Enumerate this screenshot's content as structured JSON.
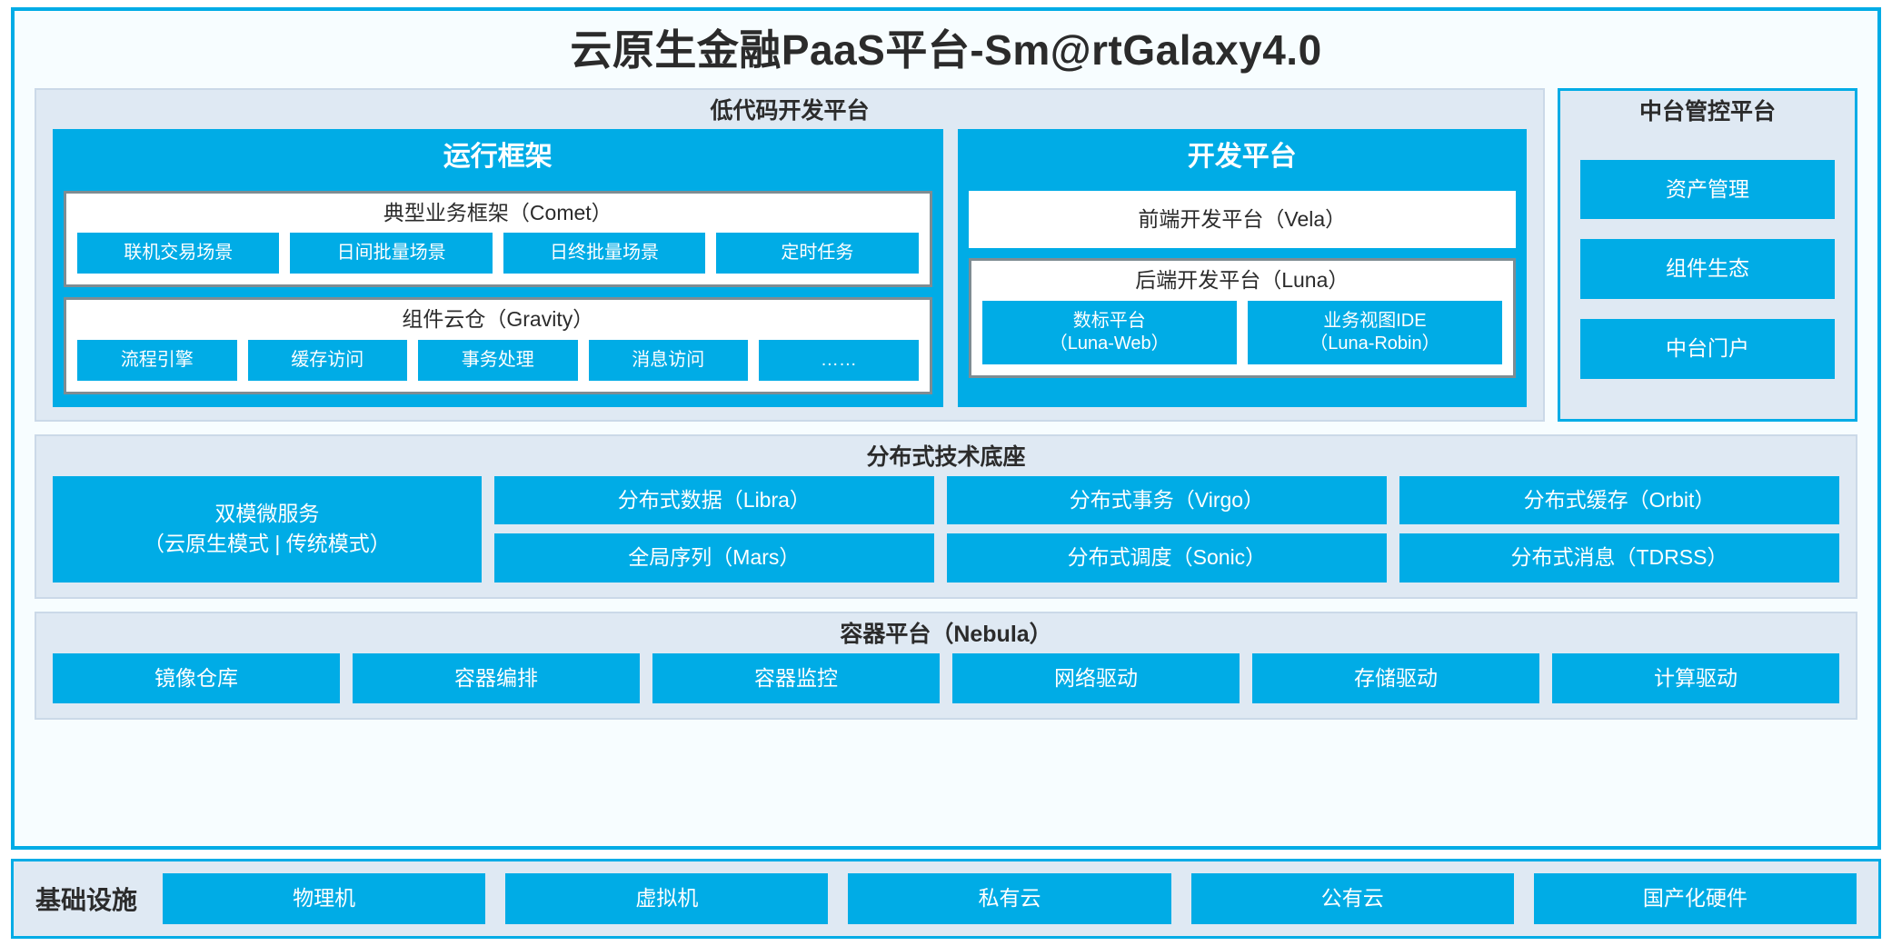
{
  "title": "云原生金融PaaS平台-Sm@rtGalaxy4.0",
  "colors": {
    "accent": "#00ace6",
    "panel_bg": "#dfe9f3",
    "outer_bg": "#f7fdff",
    "group_border": "#7f8c92",
    "text": "#2b2b2b"
  },
  "lowcode": {
    "title": "低代码开发平台",
    "runtime": {
      "title": "运行框架",
      "comet": {
        "title": "典型业务框架（Comet）",
        "items": [
          "联机交易场景",
          "日间批量场景",
          "日终批量场景",
          "定时任务"
        ]
      },
      "gravity": {
        "title": "组件云仓（Gravity）",
        "items": [
          "流程引擎",
          "缓存访问",
          "事务处理",
          "消息访问",
          "……"
        ]
      }
    },
    "devplat": {
      "title": "开发平台",
      "frontend": "前端开发平台（Vela）",
      "backend": {
        "title": "后端开发平台（Luna）",
        "items": [
          {
            "name": "数标平台",
            "code": "（Luna-Web）"
          },
          {
            "name": "业务视图IDE",
            "code": "（Luna-Robin）"
          }
        ]
      }
    }
  },
  "control_platform": {
    "title": "中台管控平台",
    "items": [
      "资产管理",
      "组件生态",
      "中台门户"
    ]
  },
  "tech_foundation": {
    "title": "分布式技术底座",
    "dual_mode": {
      "line1": "双模微服务",
      "line2": "（云原生模式 | 传统模式）"
    },
    "columns": [
      [
        "分布式数据（Libra）",
        "全局序列（Mars）"
      ],
      [
        "分布式事务（Virgo）",
        "分布式调度（Sonic）"
      ],
      [
        "分布式缓存（Orbit）",
        "分布式消息（TDRSS）"
      ]
    ]
  },
  "container_platform": {
    "title": "容器平台（Nebula）",
    "items": [
      "镜像仓库",
      "容器编排",
      "容器监控",
      "网络驱动",
      "存储驱动",
      "计算驱动"
    ]
  },
  "infrastructure": {
    "label": "基础设施",
    "items": [
      "物理机",
      "虚拟机",
      "私有云",
      "公有云",
      "国产化硬件"
    ]
  }
}
